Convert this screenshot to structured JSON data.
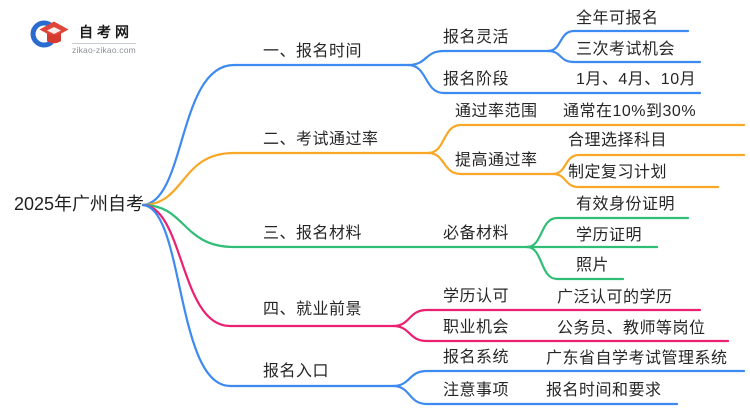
{
  "logo": {
    "title": "自考网",
    "domain": "zikao-zikao.com"
  },
  "colors": {
    "blue": "#3d8af0",
    "orange": "#f8a727",
    "green": "#30be76",
    "pink": "#eb2071",
    "logo_blue": "#2a6bd0",
    "logo_red": "#e0453a",
    "logo_red_dark": "#d63a2f"
  },
  "map": {
    "root": "2025年广州自考",
    "branches": [
      {
        "label": "一、报名时间",
        "color": "blue",
        "children": [
          {
            "label": "报名灵活",
            "children": [
              {
                "label": "全年可报名"
              },
              {
                "label": "三次考试机会"
              }
            ]
          },
          {
            "label": "报名阶段",
            "children": [
              {
                "label": "1月、4月、10月"
              }
            ]
          }
        ]
      },
      {
        "label": "二、考试通过率",
        "color": "orange",
        "children": [
          {
            "label": "通过率范围",
            "children": [
              {
                "label": "通常在10%到30%"
              }
            ]
          },
          {
            "label": "提高通过率",
            "children": [
              {
                "label": "合理选择科目"
              },
              {
                "label": "制定复习计划"
              }
            ]
          }
        ]
      },
      {
        "label": "三、报名材料",
        "color": "green",
        "children": [
          {
            "label": "必备材料",
            "children": [
              {
                "label": "有效身份证明"
              },
              {
                "label": "学历证明"
              },
              {
                "label": "照片"
              }
            ]
          }
        ]
      },
      {
        "label": "四、就业前景",
        "color": "pink",
        "children": [
          {
            "label": "学历认可",
            "children": [
              {
                "label": "广泛认可的学历"
              }
            ]
          },
          {
            "label": "职业机会",
            "children": [
              {
                "label": "公务员、教师等岗位"
              }
            ]
          }
        ]
      },
      {
        "label": "报名入口",
        "color": "blue",
        "children": [
          {
            "label": "报名系统",
            "children": [
              {
                "label": "广东省自学考试管理系统"
              }
            ]
          },
          {
            "label": "注意事项",
            "children": [
              {
                "label": "报名时间和要求"
              }
            ]
          }
        ]
      }
    ]
  }
}
